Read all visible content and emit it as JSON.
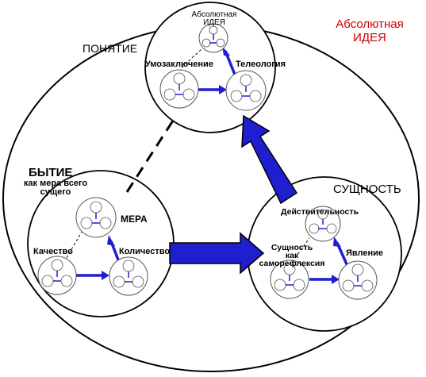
{
  "labels": {
    "absolute_idea_title_line1": "Абсолютная",
    "absolute_idea_title_line2": "ИДЕЯ",
    "concept_title": "ПОНЯТИЕ",
    "absolute_idea_inner_line1": "Абсолютная",
    "absolute_idea_inner_line2": "ИДЕЯ",
    "conclusion": "Умозаключение",
    "teleology": "Телеология",
    "being_title": "БЫТИЕ",
    "being_subtitle_line1": "как мера всего",
    "being_subtitle_line2": "сущего",
    "measure": "МЕРА",
    "quality": "Качество",
    "quantity": "Количество",
    "essence_title": "СУЩНОСТЬ",
    "reality": "Действительность",
    "essence_as_line1": "Сущность",
    "essence_as_line2": "как",
    "essence_as_line3": "саморефлексия",
    "appearance": "Явление"
  },
  "colors": {
    "arrow_fill": "#1f1fd0",
    "arrow_outline": "#000000",
    "absolute_idea_title": "#cc0000",
    "line": "#000000",
    "background": "#ffffff"
  }
}
